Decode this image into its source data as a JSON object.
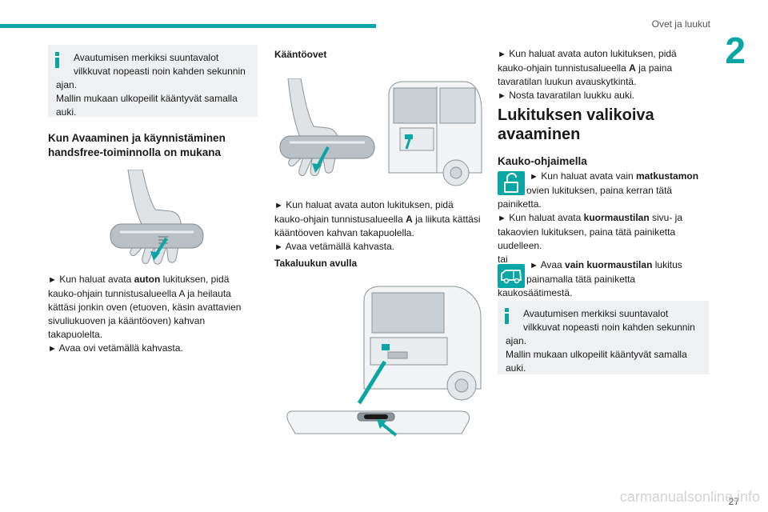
{
  "header": {
    "running_title": "Ovet ja luukut",
    "chapter_number": "2"
  },
  "col1": {
    "info_line1": "Avautumisen merkiksi suuntavalot",
    "info_line2": "vilkkuvat nopeasti noin kahden sekunnin",
    "info_line3": "ajan.",
    "info_line4": "Mallin mukaan ulkopeilit kääntyvät samalla",
    "info_line5": "auki.",
    "heading_line1": "Kun Avaaminen ja käynnistäminen",
    "heading_line2": "handsfree-toiminnolla on mukana",
    "bullet_symbol": "►",
    "p1_l1a": "Kun haluat avata ",
    "p1_l1b": "auton",
    "p1_l1c": " lukituksen, pidä",
    "p1_l2": "kauko-ohjain tunnistusalueella A ja heilauta",
    "p1_l3": "kättäsi jonkin oven (etuoven, käsin avattavien",
    "p1_l4": "sivuliukuoven ja kääntöoven) kahvan",
    "p1_l5": "takapuolelta.",
    "p2": "Avaa ovi vetämällä kahvasta."
  },
  "col2": {
    "heading1": "Kääntöovet",
    "p1_l1": "Kun haluat avata auton lukituksen, pidä",
    "p1_l2a": "kauko-ohjain tunnistusalueella ",
    "p1_l2b": "A",
    "p1_l2c": " ja liikuta kättäsi",
    "p1_l3": "kääntöoven kahvan takapuolella.",
    "p2": "Avaa vetämällä kahvasta.",
    "heading2": "Takaluukun avulla"
  },
  "col3": {
    "p1_l1": "Kun haluat avata auton lukituksen, pidä",
    "p1_l2a": "kauko-ohjain tunnistusalueella ",
    "p1_l2b": "A",
    "p1_l2c": " ja paina",
    "p1_l3": "tavaratilan luukun avauskytkintä.",
    "p2": "Nosta tavaratilan luukku auki.",
    "big_heading_l1": "Lukituksen valikoiva",
    "big_heading_l2": "avaaminen",
    "sub_heading": "Kauko-ohjaimella",
    "k1_l1a": "Kun haluat avata vain ",
    "k1_l1b": "matkustamon",
    "k1_l2": "ovien lukituksen, paina kerran tätä",
    "k1_l3": "painiketta.",
    "k2_l1a": "Kun haluat avata ",
    "k2_l1b": "kuormaustilan",
    "k2_l1c": " sivu- ja",
    "k2_l2": "takaovien lukituksen, paina tätä painiketta",
    "k2_l3": "uudelleen.",
    "or_word": "tai",
    "k3_l1a": "Avaa ",
    "k3_l1b": "vain kuormaustilan",
    "k3_l1c": " lukitus",
    "k3_l2": "painamalla tätä painiketta",
    "k3_l3": "kaukosäätimestä.",
    "info_line1": "Avautumisen merkiksi suuntavalot",
    "info_line2": "vilkkuvat nopeasti noin kahden sekunnin",
    "info_line3": "ajan.",
    "info_line4": "Mallin mukaan ulkopeilit kääntyvät samalla",
    "info_line5": "auki."
  },
  "footer": {
    "page_number": "27",
    "watermark": "carmanualsonline.info"
  },
  "colors": {
    "accent": "#0aa5a5",
    "info_bg": "#eef0f2"
  }
}
